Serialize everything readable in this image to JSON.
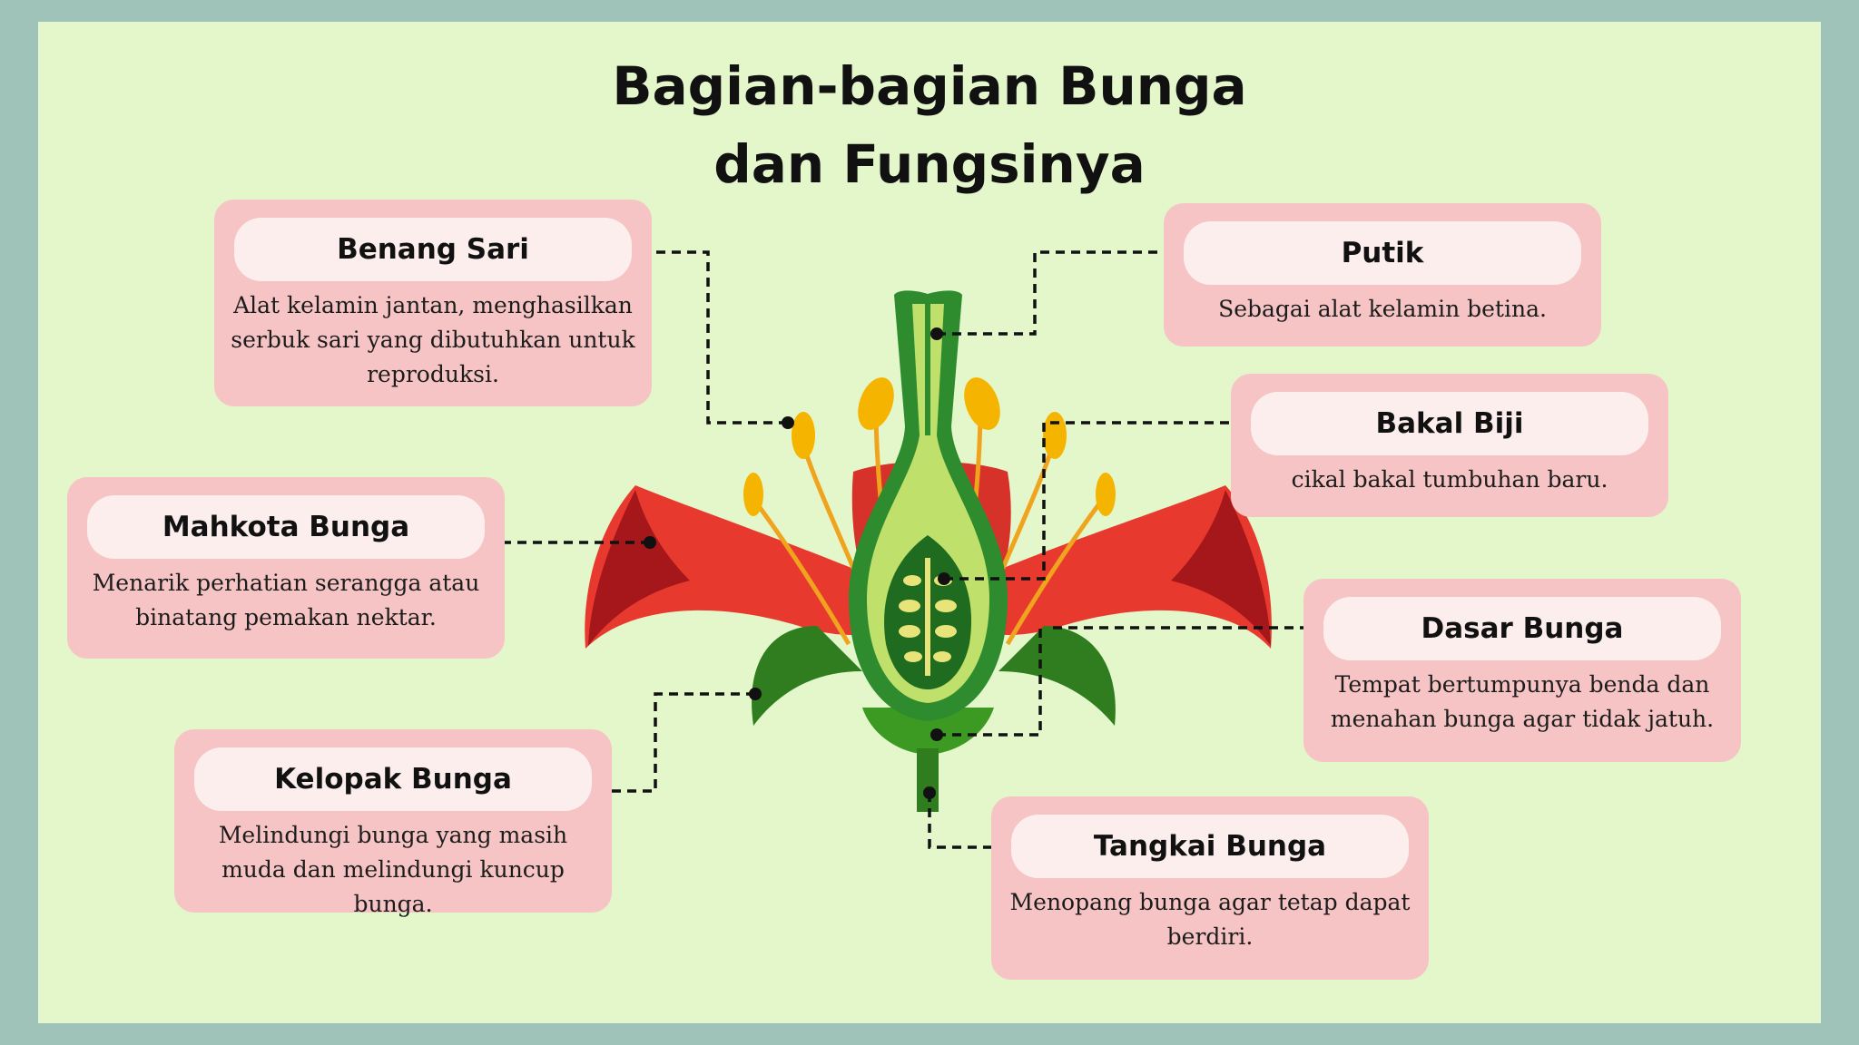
{
  "title_line1": "Bagian-bagian Bunga",
  "title_line2": "dan Fungsinya",
  "cards": {
    "benang_sari": {
      "title": "Benang Sari",
      "desc": "Alat kelamin jantan, menghasilkan serbuk sari yang dibutuhkan untuk reproduksi."
    },
    "putik": {
      "title": "Putik",
      "desc": "Sebagai alat kelamin betina."
    },
    "bakal_biji": {
      "title": "Bakal Biji",
      "desc": "cikal bakal tumbuhan baru."
    },
    "mahkota": {
      "title": "Mahkota Bunga",
      "desc": "Menarik perhatian serangga atau binatang pemakan nektar."
    },
    "dasar": {
      "title": "Dasar Bunga",
      "desc": "Tempat bertumpunya benda dan menahan bunga agar tidak jatuh."
    },
    "kelopak": {
      "title": "Kelopak Bunga",
      "desc": "Melindungi bunga yang masih muda dan melindungi kuncup bunga."
    },
    "tangkai": {
      "title": "Tangkai Bunga",
      "desc": "Menopang bunga agar tetap dapat berdiri."
    }
  },
  "colors": {
    "background": "#e3f7cb",
    "frame": "#9fc3b8",
    "card": "#f6c4c4",
    "card_header": "#fdeeee",
    "petal": "#e8392e",
    "stamen": "#f4b400",
    "pistil_green": "#2e8b2e"
  }
}
